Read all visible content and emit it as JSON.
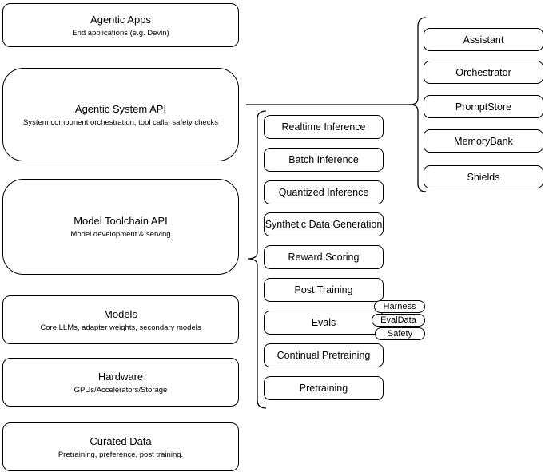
{
  "diagram": {
    "colors": {
      "background": "#ffffff",
      "stroke": "#000000",
      "text": "#000000"
    },
    "left_column": [
      {
        "title": "Agentic Apps",
        "subtitle": "End applications (e.g. Devin)"
      },
      {
        "title": "Agentic System API",
        "subtitle": "System component orchestration, tool calls, safety checks"
      },
      {
        "title": "Model Toolchain API",
        "subtitle": "Model development & serving"
      },
      {
        "title": "Models",
        "subtitle": "Core LLMs, adapter weights, secondary models"
      },
      {
        "title": "Hardware",
        "subtitle": "GPUs/Accelerators/Storage"
      },
      {
        "title": "Curated Data",
        "subtitle": "Pretraining, preference, post training."
      }
    ],
    "toolchain_components": {
      "items": [
        "Realtime Inference",
        "Batch Inference",
        "Quantized Inference",
        "Synthetic Data Generation",
        "Reward Scoring",
        "Post Training",
        "Evals",
        "Continual Pretraining",
        "Pretraining"
      ]
    },
    "evals_tags": {
      "items": [
        "Harness",
        "EvalData",
        "Safety"
      ]
    },
    "system_components": {
      "items": [
        "Assistant",
        "Orchestrator",
        "PromptStore",
        "MemoryBank",
        "Shields"
      ]
    }
  }
}
